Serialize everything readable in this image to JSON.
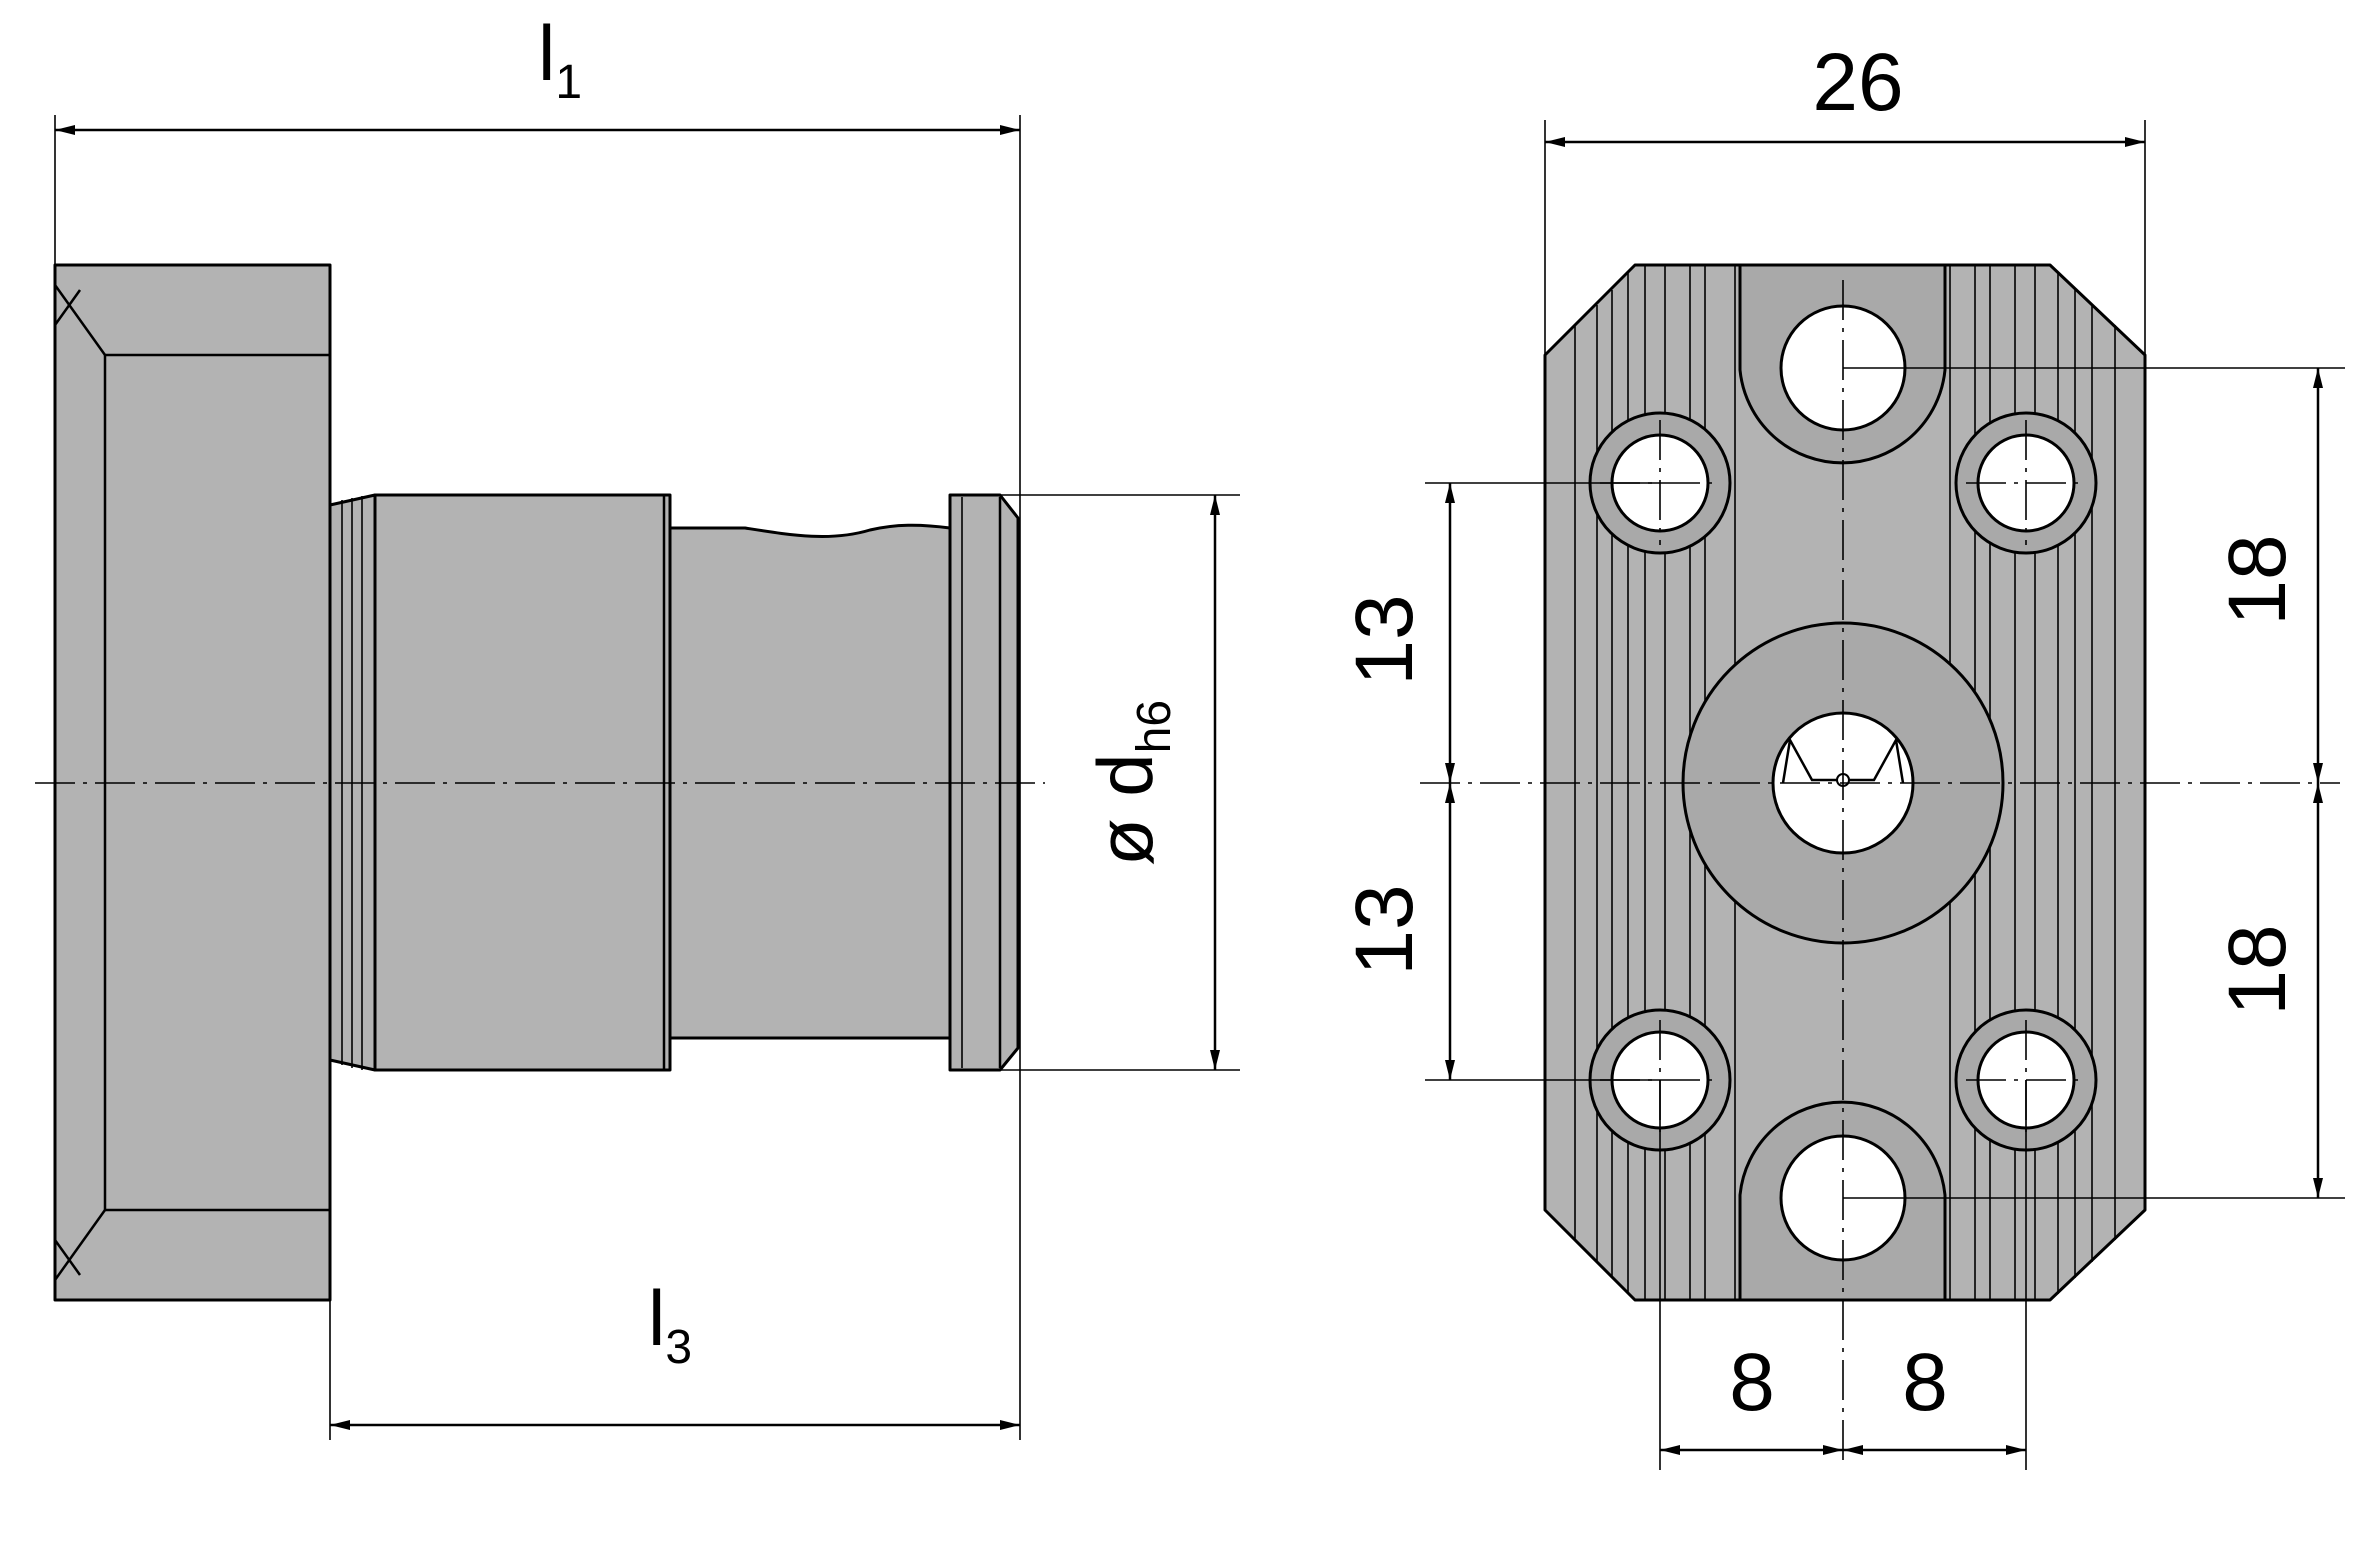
{
  "side_view": {
    "label_l1": "l",
    "label_l1_sub": "1",
    "label_l3": "l",
    "label_l3_sub": "3",
    "label_d_prefix": "ø d",
    "label_d_sub": "h6"
  },
  "front_view": {
    "dim_width": "26",
    "dim_upper_left": "13",
    "dim_lower_left": "13",
    "dim_upper_right": "18",
    "dim_lower_right": "18",
    "dim_bottom_left": "8",
    "dim_bottom_right": "8"
  },
  "colors": {
    "part_fill": "#b3b3b3",
    "hole_fill": "#ffffff",
    "line": "#000000"
  }
}
